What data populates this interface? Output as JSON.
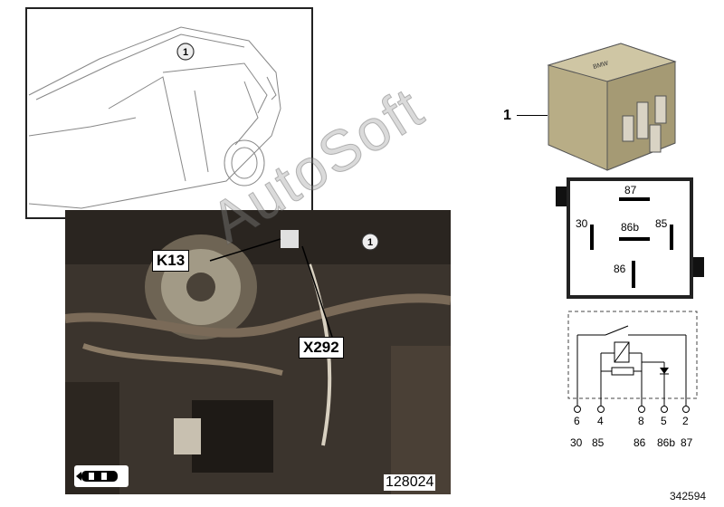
{
  "callout_1": "1",
  "inset_marker": "1",
  "photo_marker": "1",
  "photo_labels": {
    "k13": "K13",
    "x292": "X292",
    "image_no": "128024"
  },
  "pinout": {
    "p87": "87",
    "p30": "30",
    "p86b": "86b",
    "p85": "85",
    "p86": "86"
  },
  "schematic_pins": {
    "numbers": [
      "6",
      "4",
      "8",
      "5",
      "2"
    ],
    "terminals": [
      "30",
      "85",
      "86",
      "86b",
      "87"
    ]
  },
  "watermark": "AutoSoft",
  "diagram_id": "342594"
}
